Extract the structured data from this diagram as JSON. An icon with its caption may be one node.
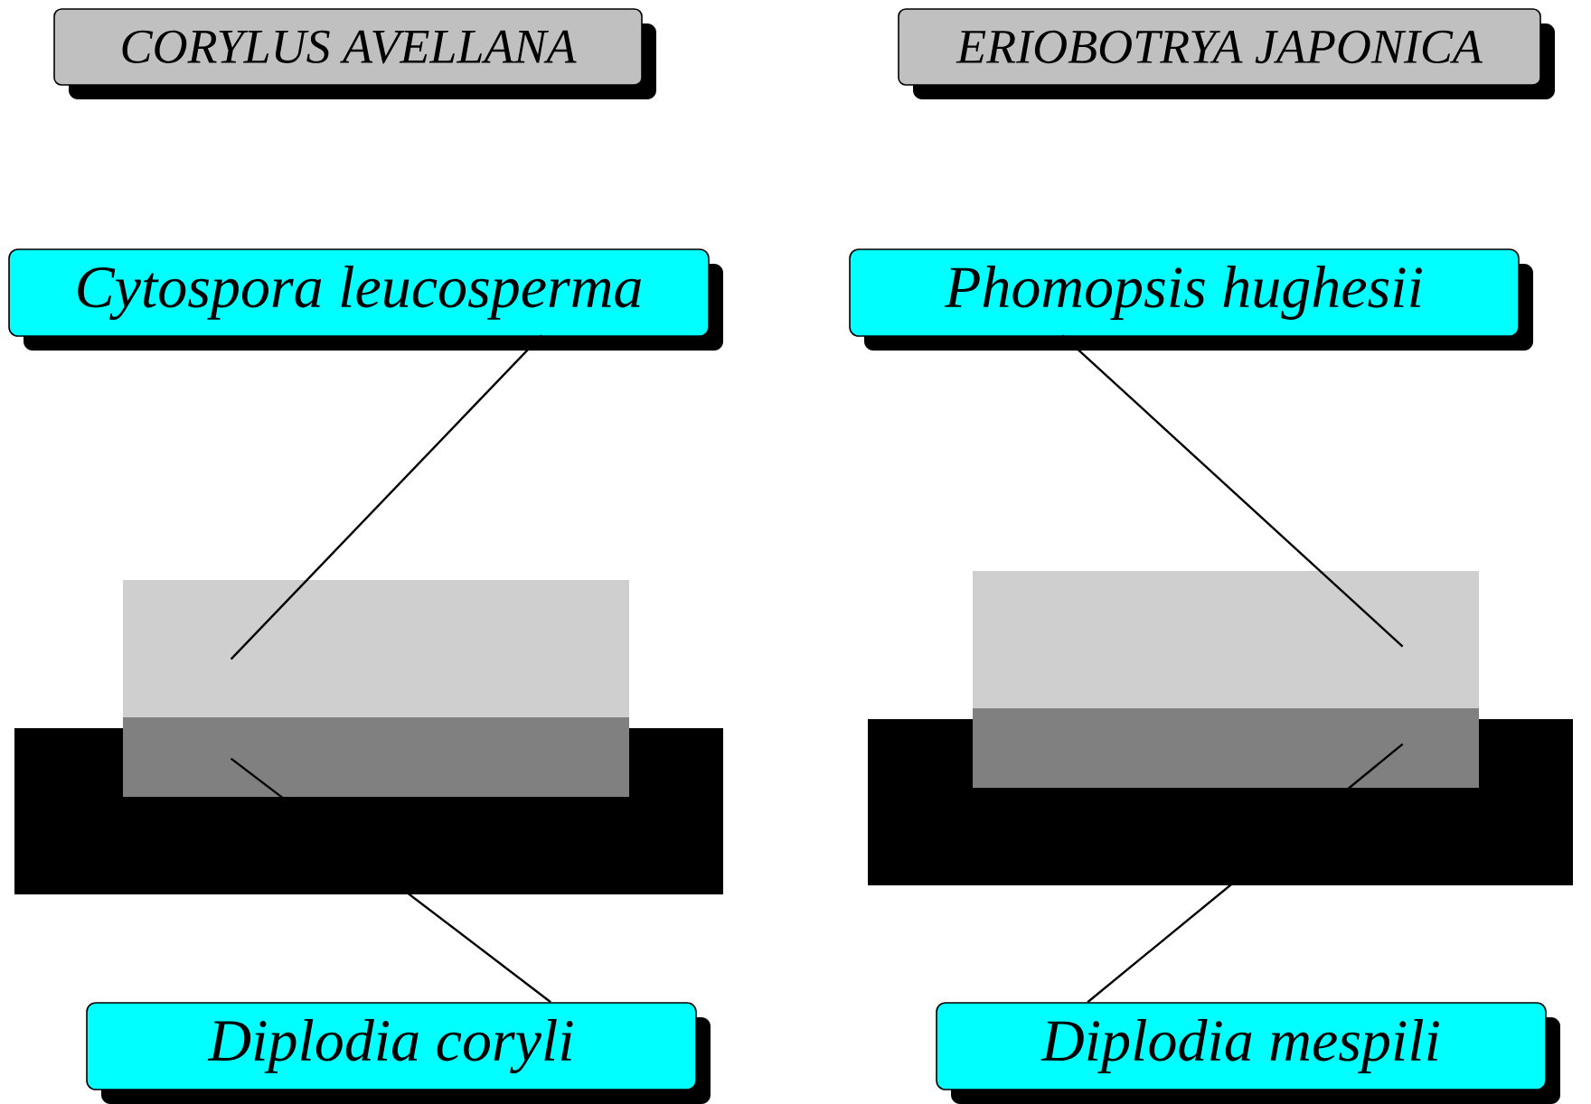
{
  "diagram": {
    "nodes": [
      {
        "text": [
          "CORYLUS AVELLANA"
        ]
      },
      {
        "text": [
          "ERIOBOTRYA JAPONICA"
        ]
      },
      {
        "text": [
          "Cytospora leucosperma"
        ]
      },
      {
        "text": [
          "Phomopsis hughesii"
        ]
      },
      {
        "text": [],
        "shape": "box"
      },
      {
        "text": [],
        "shape": "box"
      },
      {
        "text": [],
        "shape": "box"
      },
      {
        "text": [],
        "shape": "box"
      },
      {
        "text": [
          "Diplodia coryli"
        ]
      },
      {
        "text": [
          "Diplodia mespili"
        ]
      }
    ],
    "edges": [
      {
        "from": 2,
        "to": 4,
        "arrow": "none"
      },
      {
        "from": 8,
        "to": 5,
        "arrow": "none"
      },
      {
        "from": 3,
        "to": 6,
        "arrow": "none"
      },
      {
        "from": 9,
        "to": 7,
        "arrow": "none"
      }
    ]
  }
}
